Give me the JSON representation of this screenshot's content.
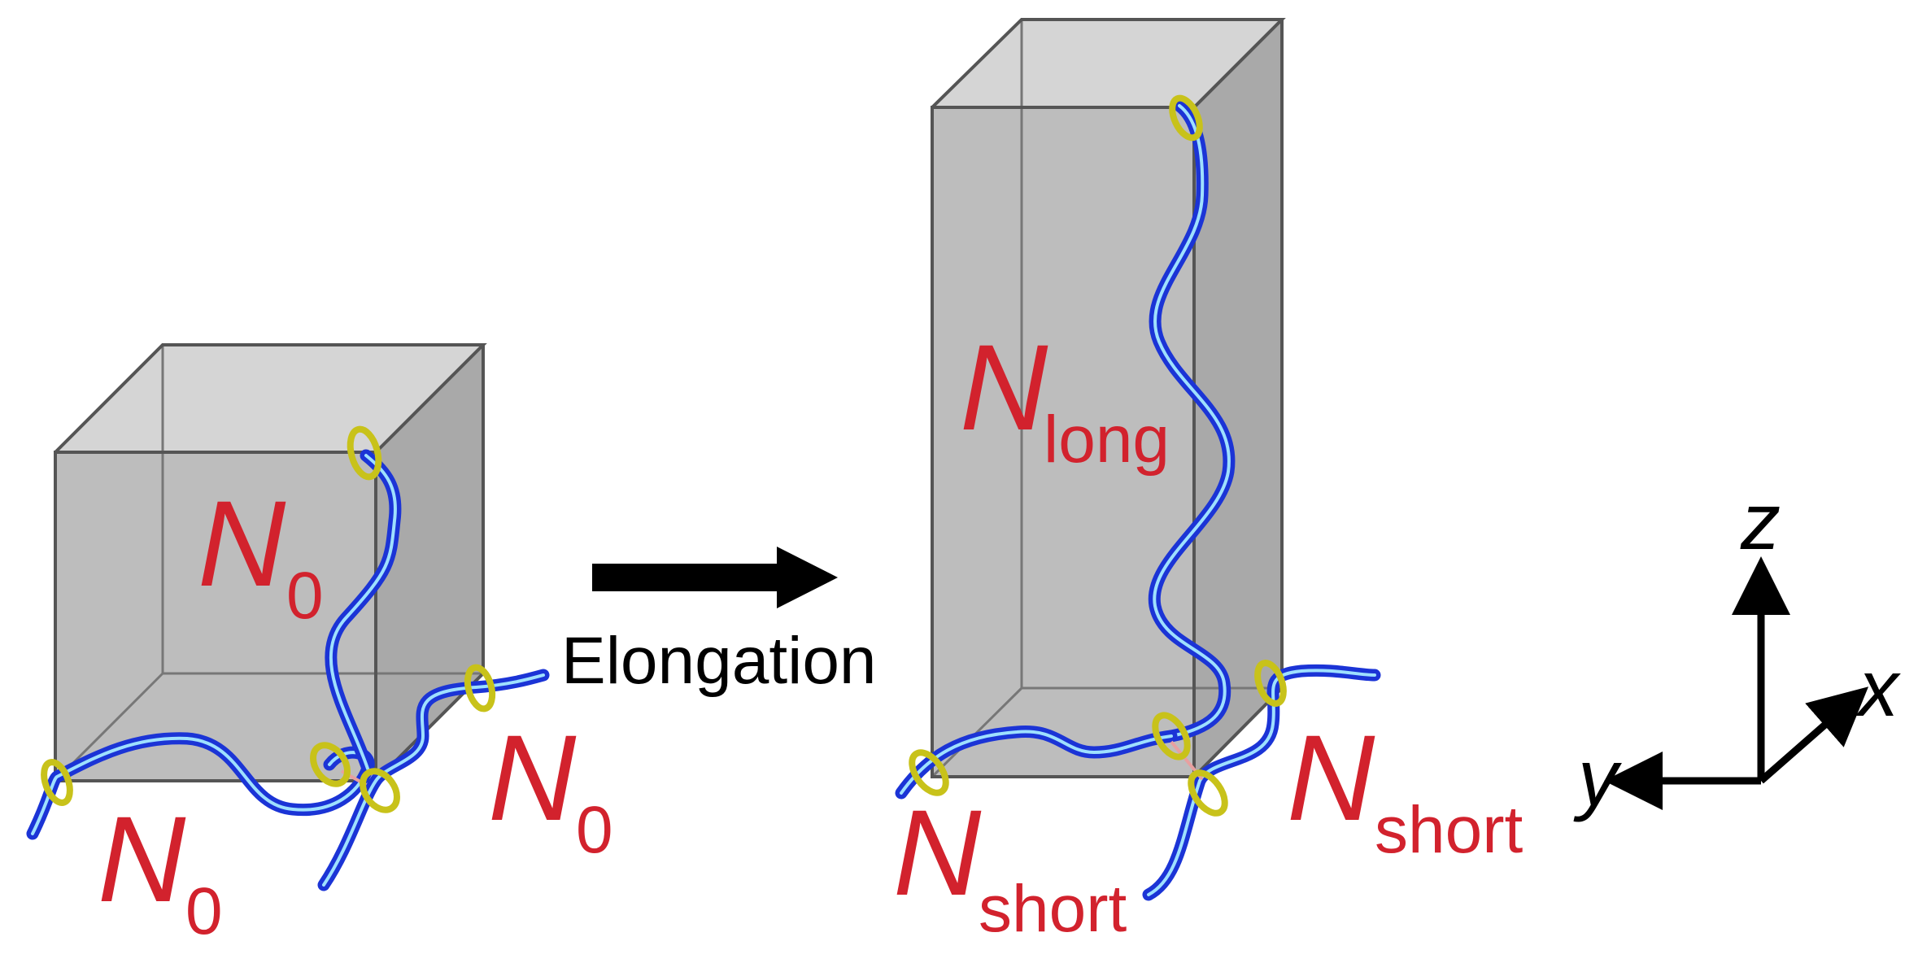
{
  "labels": {
    "n0_symbol": "N",
    "n0_sub": "0",
    "nlong_symbol": "N",
    "nlong_sub": "long",
    "nshort_symbol": "N",
    "nshort_sub": "short"
  },
  "arrow_caption": "Elongation",
  "axes": {
    "z": "z",
    "x": "x",
    "y": "y"
  },
  "colors": {
    "label": "#d2222d",
    "chain": "#1b34d6",
    "chain_highlight": "#9ee0ff",
    "ring": "#c8c21a",
    "box_face": "#bdbdbd",
    "box_edge": "#555555"
  }
}
